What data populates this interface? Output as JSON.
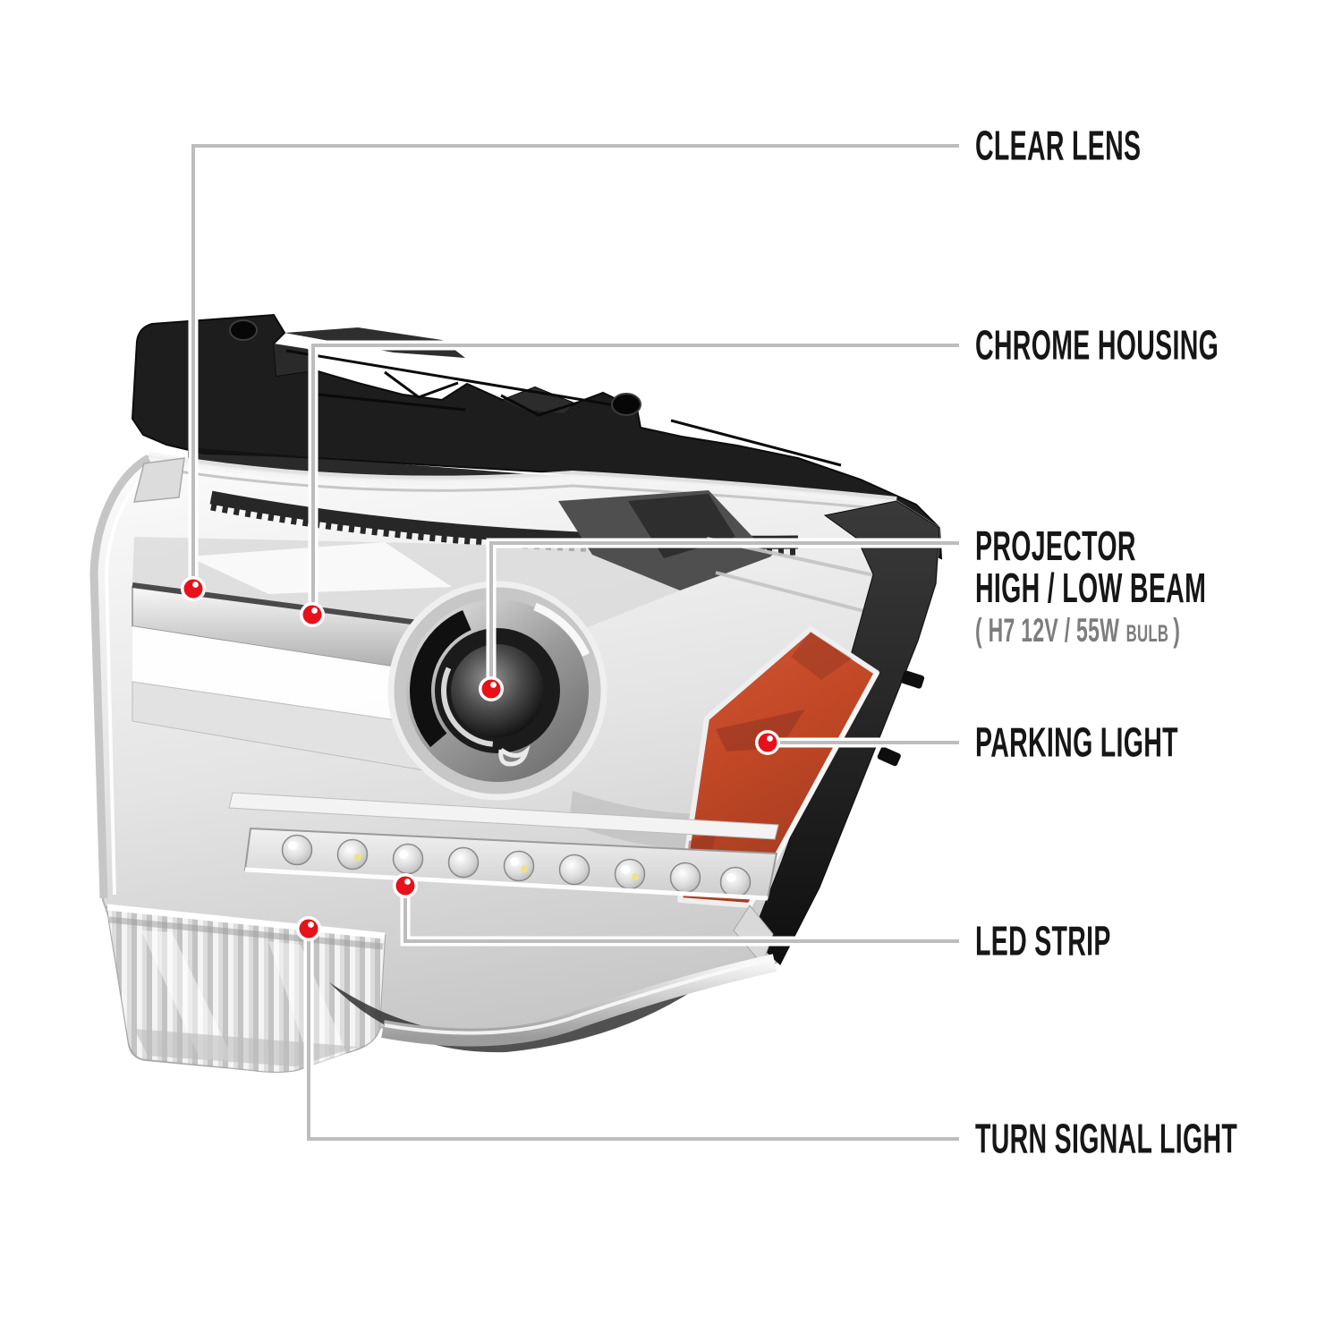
{
  "diagram": {
    "subject": "projector headlight exploded-view callout diagram",
    "callouts": [
      {
        "id": "clear-lens",
        "label": "CLEAR LENS"
      },
      {
        "id": "chrome-housing",
        "label": "CHROME HOUSING"
      },
      {
        "id": "projector",
        "label": "PROJECTOR",
        "label_line2": "HIGH / LOW BEAM",
        "spec_prefix": "( H7  12V / 55W",
        "spec_bulb": "BULB",
        "spec_suffix": ")"
      },
      {
        "id": "parking-light",
        "label": "PARKING LIGHT"
      },
      {
        "id": "led-strip",
        "label": "LED STRIP"
      },
      {
        "id": "turn-signal",
        "label": "TURN SIGNAL LIGHT"
      }
    ],
    "colors": {
      "marker_red": "#e8111a",
      "leader_gray": "#bdbdbd",
      "label_black": "#161616",
      "spec_gray": "#7d7d7d",
      "amber_lens": "#c14726",
      "background": "#ffffff"
    }
  }
}
